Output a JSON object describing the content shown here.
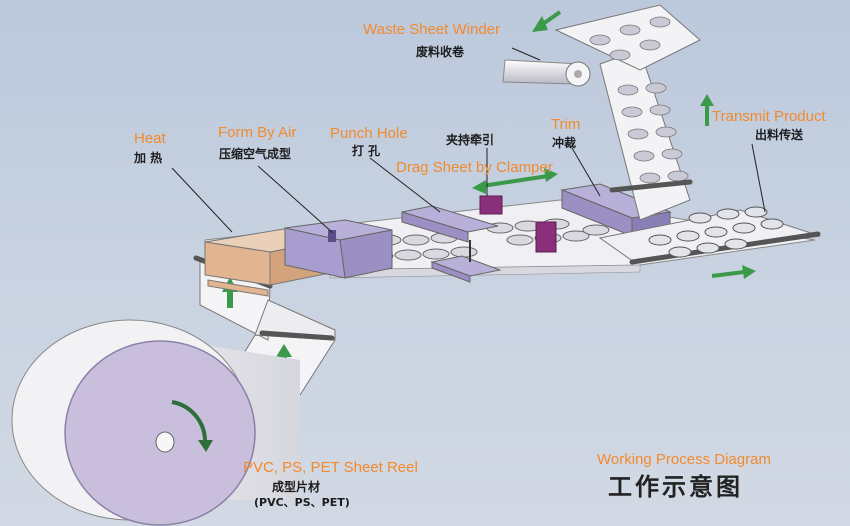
{
  "labels": {
    "waste_winder": {
      "en": "Waste Sheet Winder",
      "cn": "废料收卷"
    },
    "heat": {
      "en": "Heat",
      "cn": "加 热"
    },
    "form_by_air": {
      "en": "Form By Air",
      "cn": "压缩空气成型"
    },
    "punch_hole": {
      "en": "Punch Hole",
      "cn": "打 孔"
    },
    "drag_sheet": {
      "en": "Drag Sheet by Clamper",
      "cn": "夹持牵引"
    },
    "trim": {
      "en": "Trim",
      "cn": "冲裁"
    },
    "transmit_product": {
      "en": "Transmit Product",
      "cn": "出料传送"
    },
    "sheet_reel": {
      "en": "PVC, PS, PET Sheet Reel",
      "cn": "成型片材",
      "sub": "(PVC、PS、PET)"
    },
    "diagram_title": {
      "en": "Working Process Diagram",
      "cn": "工作示意图"
    }
  },
  "colors": {
    "label_english": "#f28a2e",
    "label_chinese": "#1d1d1d",
    "heater": "#e2b48f",
    "stations": "#9b8fc4",
    "clamper": "#8a2f7a",
    "arrows": "#3a9a4a",
    "reel_face": "#c9bfdc",
    "sheet": "#f4f4f6"
  }
}
